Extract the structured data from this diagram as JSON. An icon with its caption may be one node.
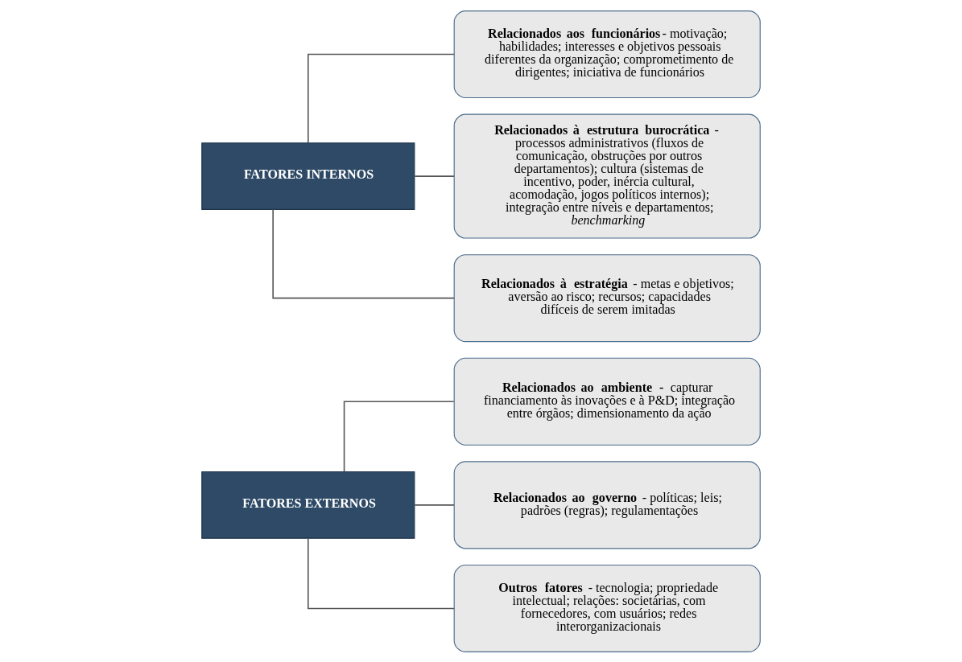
{
  "diagram": {
    "nodes": [
      {
        "text": [
          "FATORES EXTERNOS"
        ]
      },
      {
        "text": [
          "**Relacionados ao ambiente -** capturar financiamento às inovações e à P&D; integração entre órgãos; dimensionamento da ação"
        ]
      },
      {
        "text": [
          "**Relacionados ao governo** - políticas; leis; padrões (regras); regulamentações"
        ]
      },
      {
        "text": [
          "**Outros fatores** - tecnologia; propriedade intelectual; relações: societárias, com fornecedores, com usuários; redes interorganizacionais"
        ]
      },
      {
        "text": [
          "FATORES INTERNOS"
        ]
      },
      {
        "text": [
          "**Relacionados aos funcionários**- motivação; habilidades; interesses e objetivos pessoais diferentes da organização; comprometimento de dirigentes; iniciativa de funcionários"
        ]
      },
      {
        "text": [
          "**Relacionados à estrutura burocrática** - processos administrativos (fluxos de comunicação, obstruções por outros departamentos); cultura (sistemas de incentivo, poder, inércia cultural, acomodação, jogos políticos internos); integração entre níveis e departamentos; *benchmarking*"
        ]
      },
      {
        "text": [
          "**Relacionados à estratégia** - metas e objetivos; aversão ao risco; recursos; capacidades difíceis de serem imitadas"
        ]
      }
    ],
    "edges": [
      {
        "from": 0,
        "to": 1,
        "arrow": "none"
      },
      {
        "from": 0,
        "to": 2,
        "arrow": "none"
      },
      {
        "from": 0,
        "to": 3,
        "arrow": "none"
      },
      {
        "from": 4,
        "to": 5,
        "arrow": "none"
      },
      {
        "from": 4,
        "to": 6,
        "arrow": "none"
      },
      {
        "from": 4,
        "to": 7,
        "arrow": "none"
      }
    ]
  }
}
